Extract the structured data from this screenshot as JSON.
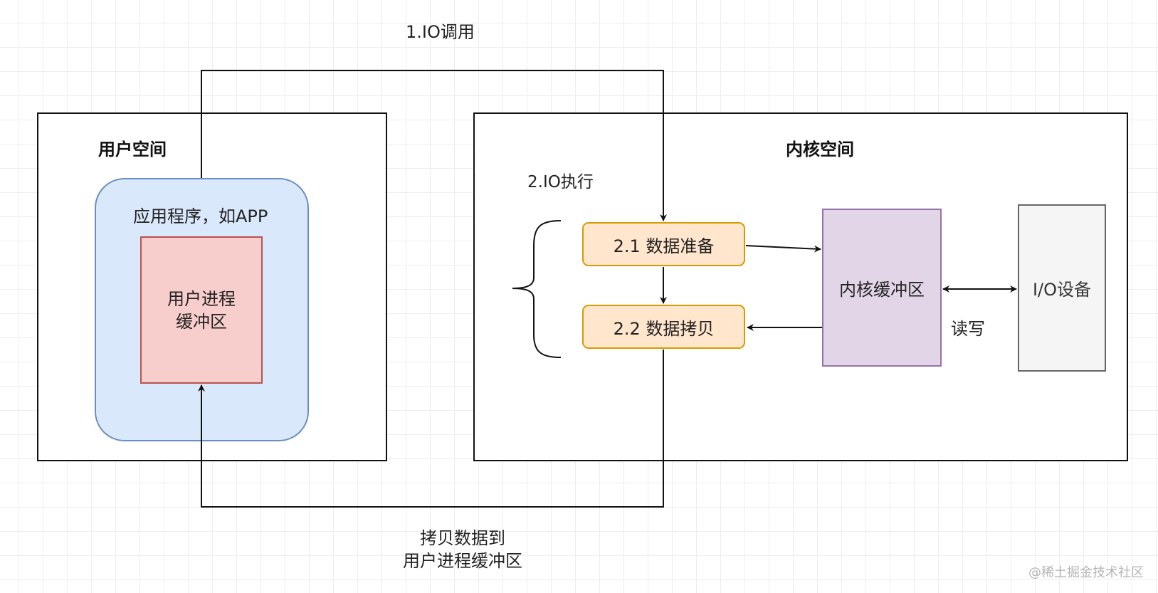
{
  "labels": {
    "io_call": "1.IO调用",
    "user_space": "用户空间",
    "kernel_space": "内核空间",
    "app": "应用程序，如APP",
    "process_buffer_line1": "用户进程",
    "process_buffer_line2": "缓冲区",
    "io_exec": "2.IO执行",
    "step_prepare": "2.1 数据准备",
    "step_copy": "2.2 数据拷贝",
    "kernel_buffer": "内核缓冲区",
    "io_device": "I/O设备",
    "read_write": "读写",
    "copy_caption_line1": "拷贝数据到",
    "copy_caption_line2": "用户进程缓冲区",
    "watermark": "@稀土掘金技术社区"
  },
  "colors": {
    "app_fill": "#dae8fc",
    "app_stroke": "#6c8ebf",
    "process_buffer_fill": "#f8cecc",
    "process_buffer_stroke": "#b85450",
    "step_fill": "#ffe6cc",
    "step_stroke": "#d79b00",
    "kernel_buffer_fill": "#e1d5e7",
    "kernel_buffer_stroke": "#9673a6",
    "io_device_fill": "#f5f5f5",
    "io_device_stroke": "#666666"
  }
}
